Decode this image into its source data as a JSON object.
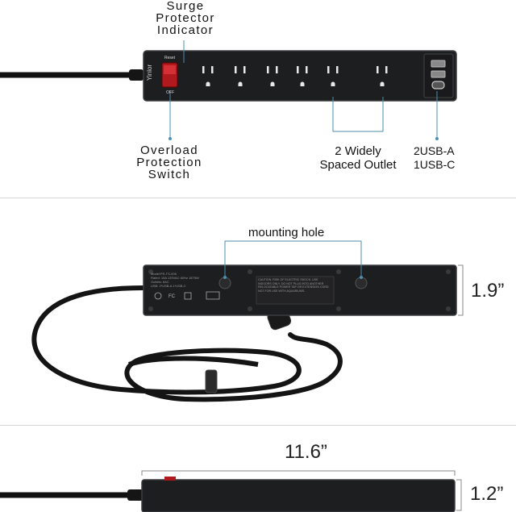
{
  "top_panel": {
    "surge_label": [
      "Surge",
      "Protector",
      "Indicator"
    ],
    "overload_label": [
      "Overload",
      "Protection",
      "Switch"
    ],
    "outlet_label": [
      "2 Widely",
      "Spaced Outlet"
    ],
    "usb_label": [
      "2USB-A",
      "1USB-C"
    ],
    "strip_brand": "Yinlor",
    "reset_text": "Reset",
    "off_text": "OFF",
    "outlet_count": 6,
    "usb_a_count": 2,
    "usb_c_count": 1
  },
  "middle_panel": {
    "mounting_label": "mounting hole",
    "height_dim": "1.9”",
    "back_spec_text": "Model:PS-TS-006\nRated: 15A 125VAC 60Hz 1875W\nOutlets: 6AC\nUSB: 2*USB-A 1*USB-C",
    "caution_text": "CAUTION: RISK OF ELECTRIC SHOCK. USE INDOORS ONLY. DO NOT PLUG INTO ANOTHER RELOCATABLE POWER TAP OR EXTENSION CORD. NOT FOR USE WITH AQUARIUMS."
  },
  "bottom_panel": {
    "length_dim": "11.6”",
    "thickness_dim": "1.2”"
  },
  "colors": {
    "strip": "#1d1e20",
    "strip_edge": "#3b3c3f",
    "switch_red": "#b01a1e",
    "leader_line": "#4c8fb0",
    "bracket": "#888888"
  }
}
